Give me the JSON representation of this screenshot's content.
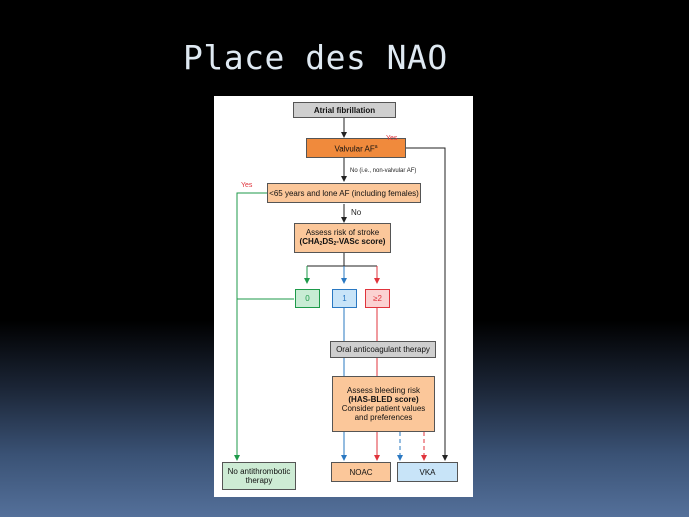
{
  "slide": {
    "title": "Place des NAO"
  },
  "flowchart": {
    "atrial_fibrillation": "Atrial fibrillation",
    "valvular_af": "Valvular AF",
    "valvular_af_sup": "a",
    "yes_valvular": "Yes",
    "no_non_valvular": "No (i.e., non-valvular AF)",
    "lone_af": "<65 years and lone AF (including females)",
    "yes_lone": "Yes",
    "no_lone": "No",
    "risk_line1": "Assess risk of stroke",
    "risk_line2_a": "(CHA",
    "risk_sub1": "2",
    "risk_line2_b": "DS",
    "risk_sub2": "2",
    "risk_line2_c": "-VASc score)",
    "score_0": "0",
    "score_1": "1",
    "score_2": "≥2",
    "oral_anticoagulant": "Oral anticoagulant therapy",
    "bleeding_line1": "Assess bleeding risk",
    "bleeding_line2": "(HAS-BLED score)",
    "bleeding_line3": "Consider patient values",
    "bleeding_line4": "and preferences",
    "no_antithrombotic_line1": "No antithrombotic",
    "no_antithrombotic_line2": "therapy",
    "noac": "NOAC",
    "vka": "VKA"
  },
  "colors": {
    "green": "#1e9a4a",
    "blue": "#2a78c2",
    "red": "#e0343c",
    "orange": "#f08a3c",
    "light_orange": "#fbc79a",
    "grey": "#cfcfcf"
  }
}
